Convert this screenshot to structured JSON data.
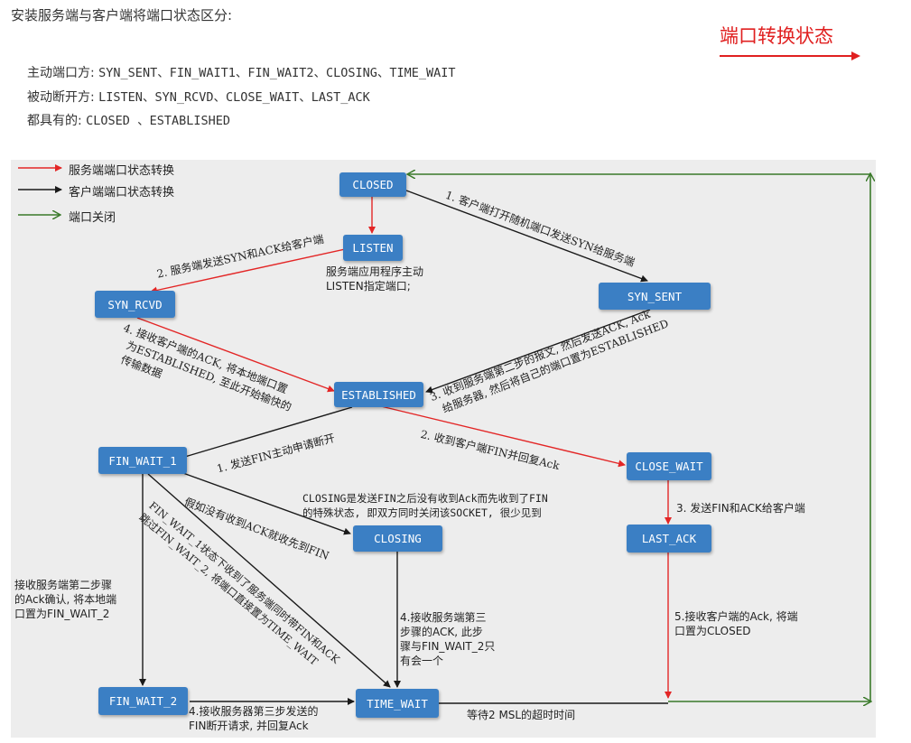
{
  "heading": "安装服务端与客户端将端口状态区分:",
  "badge": "端口转换状态",
  "lines": [
    {
      "label": "主动端口方:",
      "value": "SYN_SENT、FIN_WAIT1、FIN_WAIT2、CLOSING、TIME_WAIT"
    },
    {
      "label": "被动断开方:",
      "value": "LISTEN、SYN_RCVD、CLOSE_WAIT、LAST_ACK"
    },
    {
      "label": "都具有的:",
      "value": "CLOSED 、ESTABLISHED"
    }
  ],
  "legend": {
    "server": "服务端端口状态转换",
    "client": "客户端端口状态转换",
    "close": "端口关闭"
  },
  "colors": {
    "server": "#e32626",
    "client": "#1a1a1a",
    "close": "#3a7a2a",
    "node": "#3b7fc4"
  },
  "nodes": {
    "closed": "CLOSED",
    "listen": "LISTEN",
    "syn_rcvd": "SYN_RCVD",
    "syn_sent": "SYN_SENT",
    "established": "ESTABLISHED",
    "fin_wait_1": "FIN_WAIT_1",
    "close_wait": "CLOSE_WAIT",
    "closing": "CLOSING",
    "last_ack": "LAST_ACK",
    "fin_wait_2": "FIN_WAIT_2",
    "time_wait": "TIME_WAIT"
  },
  "notes": {
    "listen_note_1": "服务端应用程序主动",
    "listen_note_2": "LISTEN指定端口;",
    "step_client_1": "1. 客户端打开随机端口发送SYN给服务端",
    "step_server_2": "2. 服务端发送SYN和ACK给客户端",
    "step_server_4a": "4. 接收客户端的ACK, 将本地端口置",
    "step_server_4b": "为ESTABLISHED, 至此开始输快的",
    "step_server_4c": "传输数据",
    "step_client_3a": "3. 收到服务端第二步的报文, 然后发送ACK, Ack",
    "step_client_3b": "给服务器, 然后将自己的端口置为ESTABLISHED",
    "fin_1": "1. 发送FIN主动申请断开",
    "fin_2": "2. 收到客户端FIN并回复Ack",
    "fin_3": "3. 发送FIN和ACK给客户端",
    "closing_note_1": "CLOSING是发送FIN之后没有收到Ack而先收到了FIN",
    "closing_note_2": "的特殊状态, 即双方同时关闭该SOCKET, 很少见到",
    "to_closing": "假如没有收到ACK就收先到FIN",
    "fw1_direct_a": "FIN_WAIT_1状态下收到了服务端同时带FIN和ACK",
    "fw1_direct_b": "跳过FIN_WAIT_2, 将端口直接置为TIME_WAIT",
    "fw2_note_1": "接收服务端第二步骤",
    "fw2_note_2": "的Ack确认, 将本地端",
    "fw2_note_3": "口置为FIN_WAIT_2",
    "closing_tw_1": "4.接收服务端第三",
    "closing_tw_2": "步骤的ACK, 此步",
    "closing_tw_3": "骤与FIN_WAIT_2只",
    "closing_tw_4": "有会一个",
    "fw2_tw_1": "4.接收服务器第三步发送的",
    "fw2_tw_2": "FIN断开请求, 并回复Ack",
    "last_ack_1": "5.接收客户端的Ack, 将端",
    "last_ack_2": "口置为CLOSED",
    "tw_wait": "等待2 MSL的超时时间"
  }
}
